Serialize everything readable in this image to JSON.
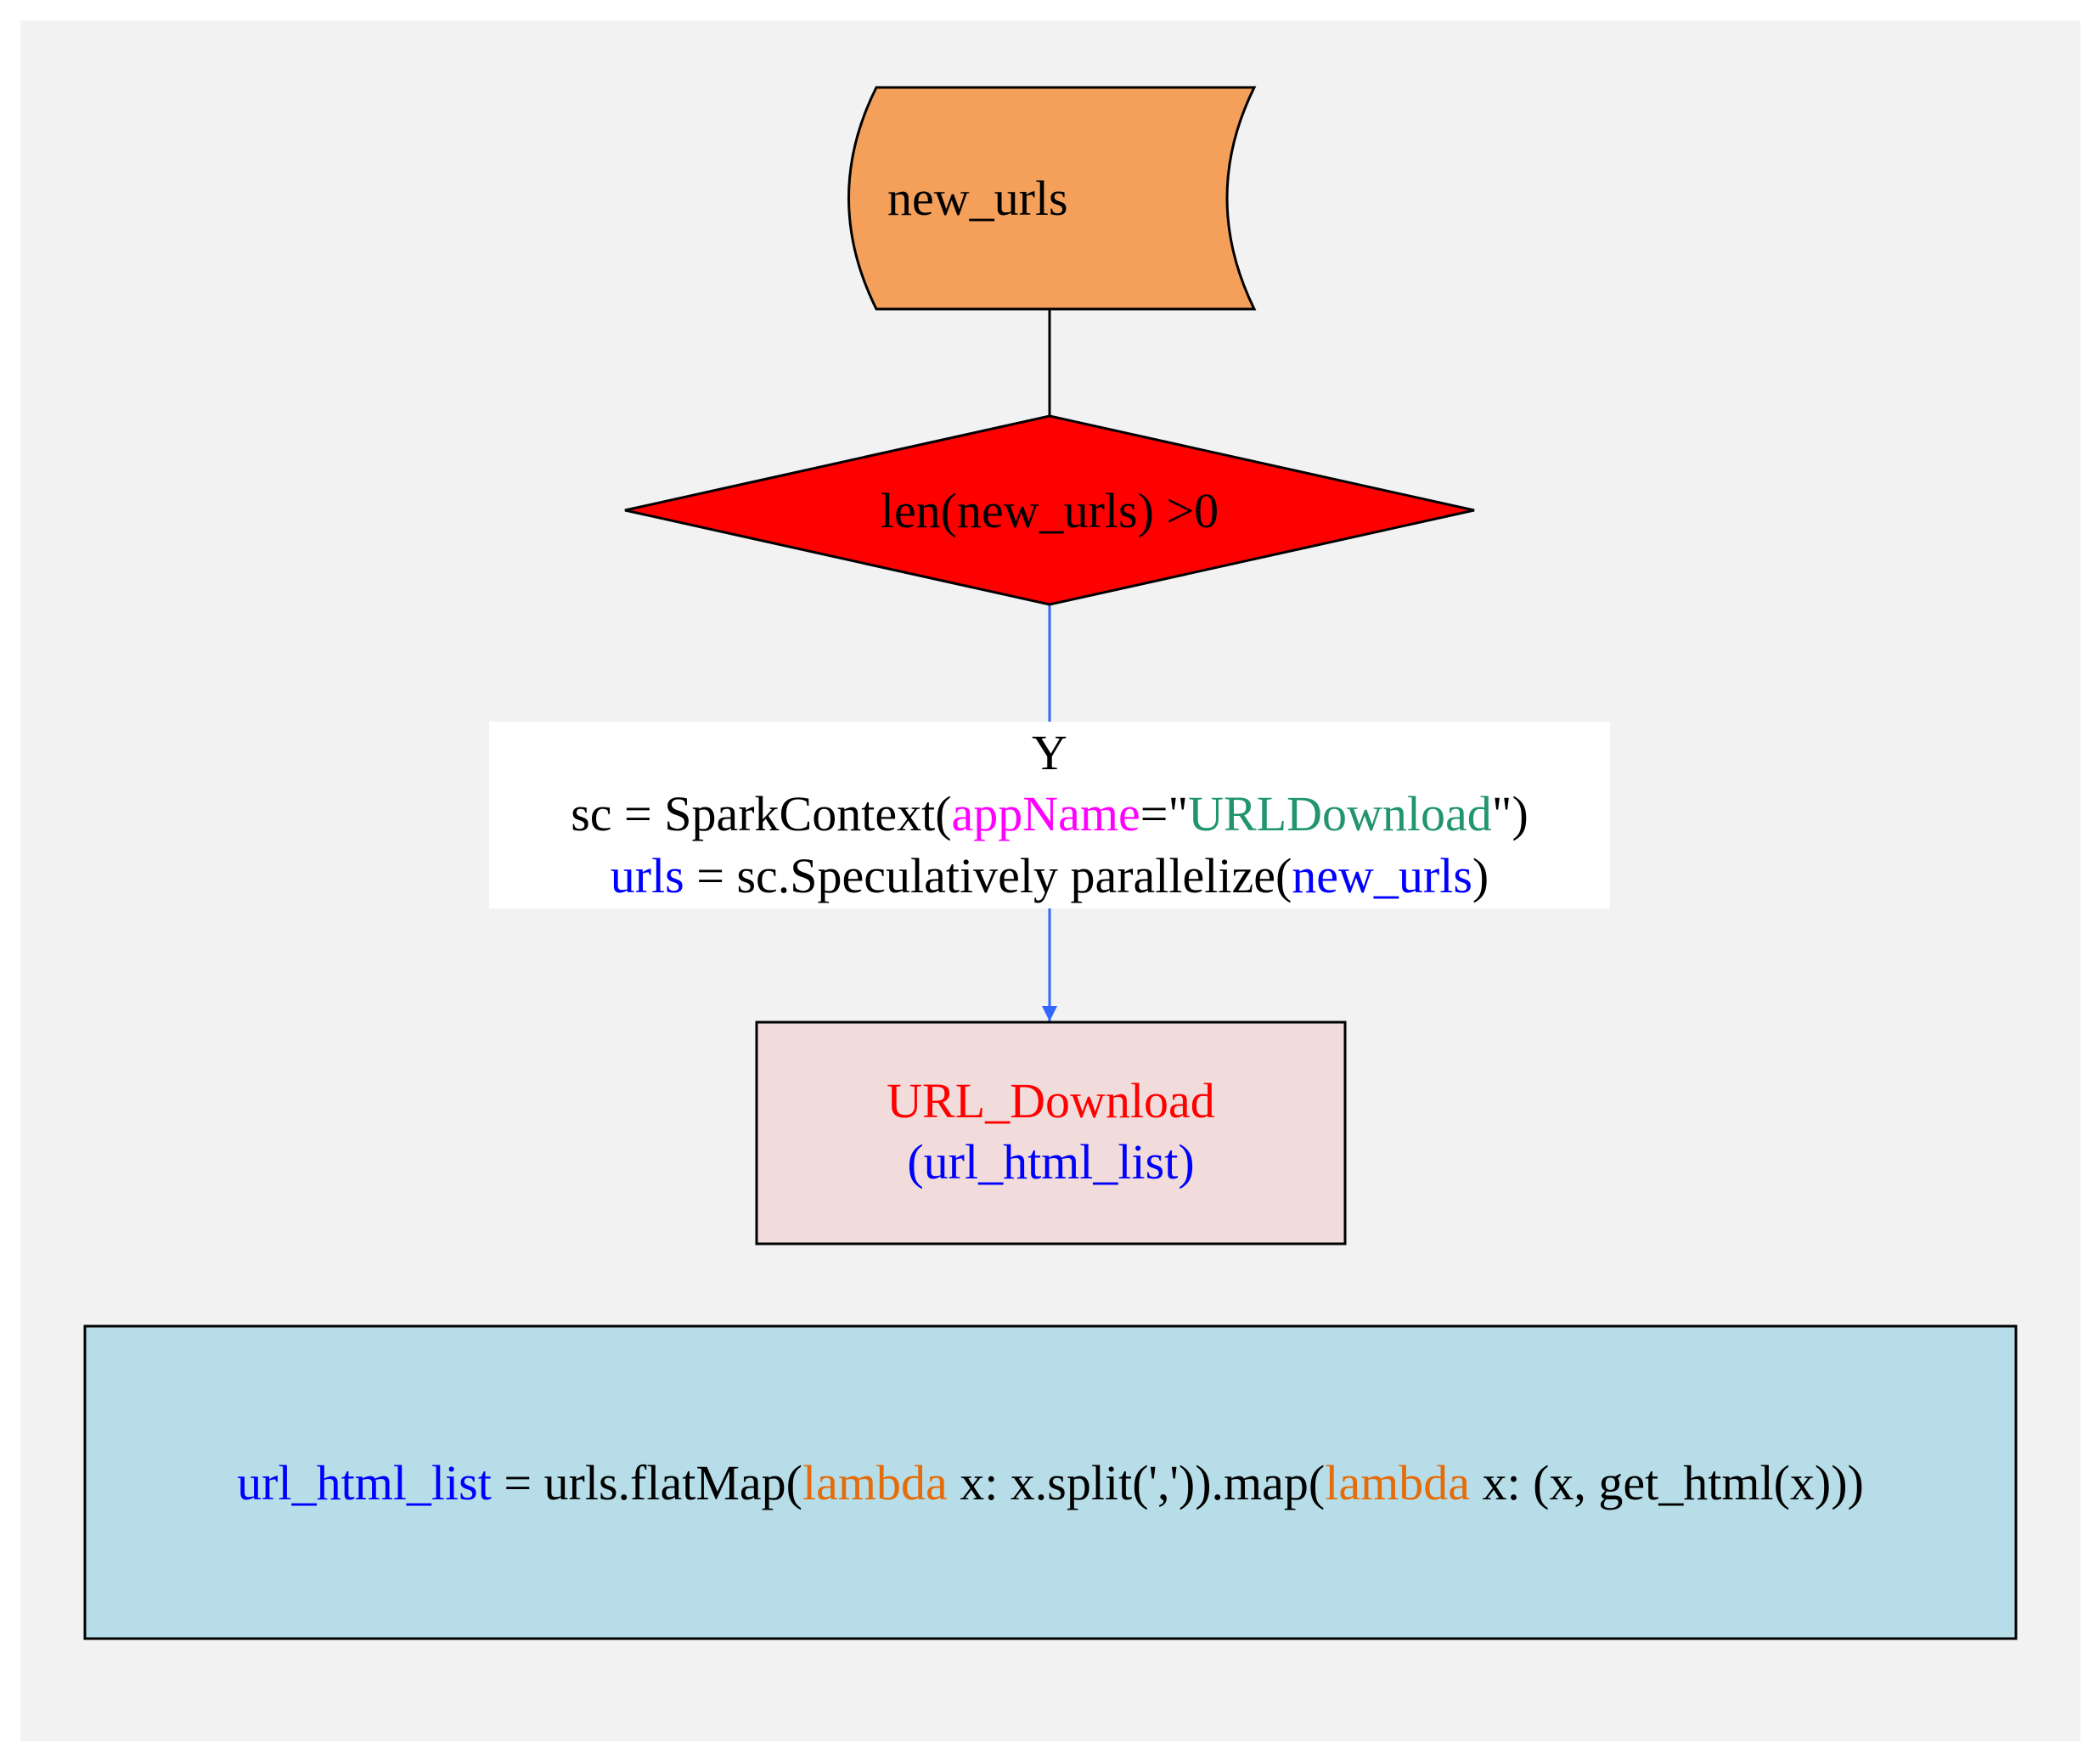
{
  "colors": {
    "background": "#F2F2F2",
    "storage_fill": "#F4A05B",
    "decision_fill": "#FF0000",
    "edge_label_bg": "#FFFFFF",
    "process_fill": "#F2DCDB",
    "code_fill": "#B7DEE8",
    "edge_blue": "#3366FF",
    "text_black": "#000000",
    "text_blue": "#0000FF",
    "text_magenta": "#FF00FF",
    "text_green": "#21956B",
    "text_red": "#FF0000",
    "text_orange": "#E46C0A"
  },
  "nodes": {
    "storage": {
      "label": "new_urls",
      "shape": "stored-data"
    },
    "decision": {
      "label": "len(new_urls) >0",
      "shape": "diamond"
    },
    "process": {
      "title": "URL_Download",
      "subtitle": "(url_html_list)",
      "shape": "rectangle"
    },
    "code_box": {
      "shape": "rectangle",
      "line": {
        "var": "url_html_list",
        "part1": " = urls.flatMap(",
        "kw1": "lambda",
        "part2": " x: x.split(',')).map(",
        "kw2": "lambda",
        "part3": " x: (x, get_html(x)))"
      }
    }
  },
  "edge_label": {
    "condition": "Y",
    "line1": {
      "prefix": "sc = SparkContext(",
      "param": "appName",
      "eq": "=\"",
      "value": "URLDownload",
      "suffix": "\")"
    },
    "line2": {
      "var": "urls",
      "middle": " = sc.Speculatively parallelize(",
      "arg": "new_urls",
      "suffix": ")"
    }
  }
}
